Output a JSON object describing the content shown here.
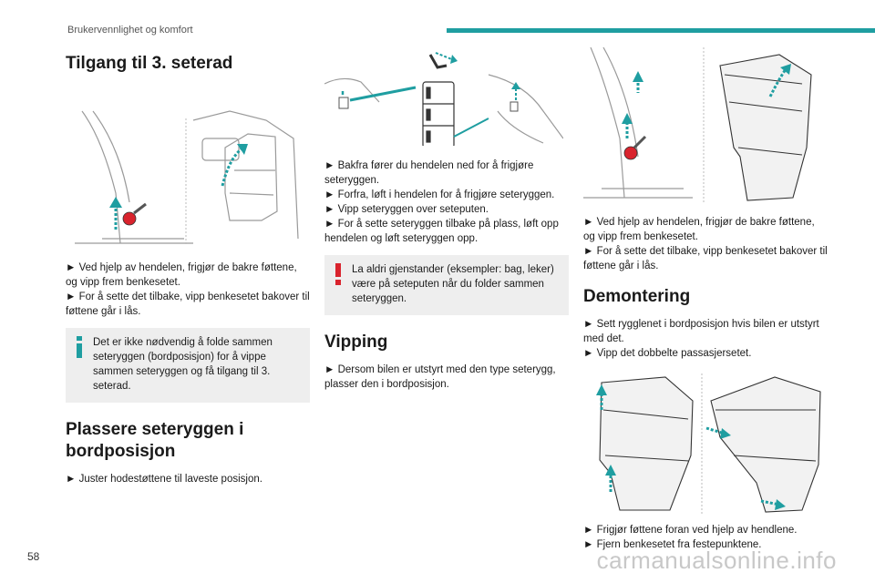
{
  "header": {
    "section": "Brukervennlighet og komfort"
  },
  "page_number": "58",
  "watermark": "carmanualsonline.info",
  "col1": {
    "title": "Tilgang til 3. seterad",
    "para1_line1": "► Ved hjelp av hendelen, frigjør de bakre føttene, og vipp frem benkesetet.",
    "para1_line2": "► For å sette det tilbake, vipp benkesetet bakover til føttene går i lås.",
    "info_note": "Det er ikke nødvendig å folde sammen seteryggen (bordposisjon) for å vippe sammen seteryggen og få tilgang til 3. seterad.",
    "title2": "Plassere seteryggen i bordposisjon",
    "para2": "► Juster hodestøttene til laveste posisjon."
  },
  "col2": {
    "para1_line1": "► Bakfra fører du hendelen ned for å frigjøre seteryggen.",
    "para1_line2": "► Forfra, løft i hendelen for å frigjøre seteryggen.",
    "para1_line3": "► Vipp seteryggen over seteputen.",
    "para1_line4": "► For å sette seteryggen tilbake på plass, løft opp hendelen og løft seteryggen opp.",
    "warning_note": "La aldri gjenstander (eksempler: bag, leker) være på seteputen når du folder sammen seteryggen.",
    "title": "Vipping",
    "para2": "► Dersom bilen er utstyrt med den type seterygg, plasser den i bordposisjon."
  },
  "col3": {
    "para1_line1": "► Ved hjelp av hendelen, frigjør de bakre føttene, og vipp frem benkesetet.",
    "para1_line2": "► For å sette det tilbake, vipp benkesetet bakover til føttene går i lås.",
    "title": "Demontering",
    "para2_line1": "► Sett rygglenet i bordposisjon hvis bilen er utstyrt med det.",
    "para2_line2": "► Vipp det dobbelte passasjersetet.",
    "para3_line1": "► Frigjør føttene foran ved hjelp av hendlene.",
    "para3_line2": "► Fjern benkesetet fra festepunktene."
  },
  "colors": {
    "accent": "#1f9ea1",
    "red": "#d9232d",
    "note_bg": "#eeeeee"
  }
}
